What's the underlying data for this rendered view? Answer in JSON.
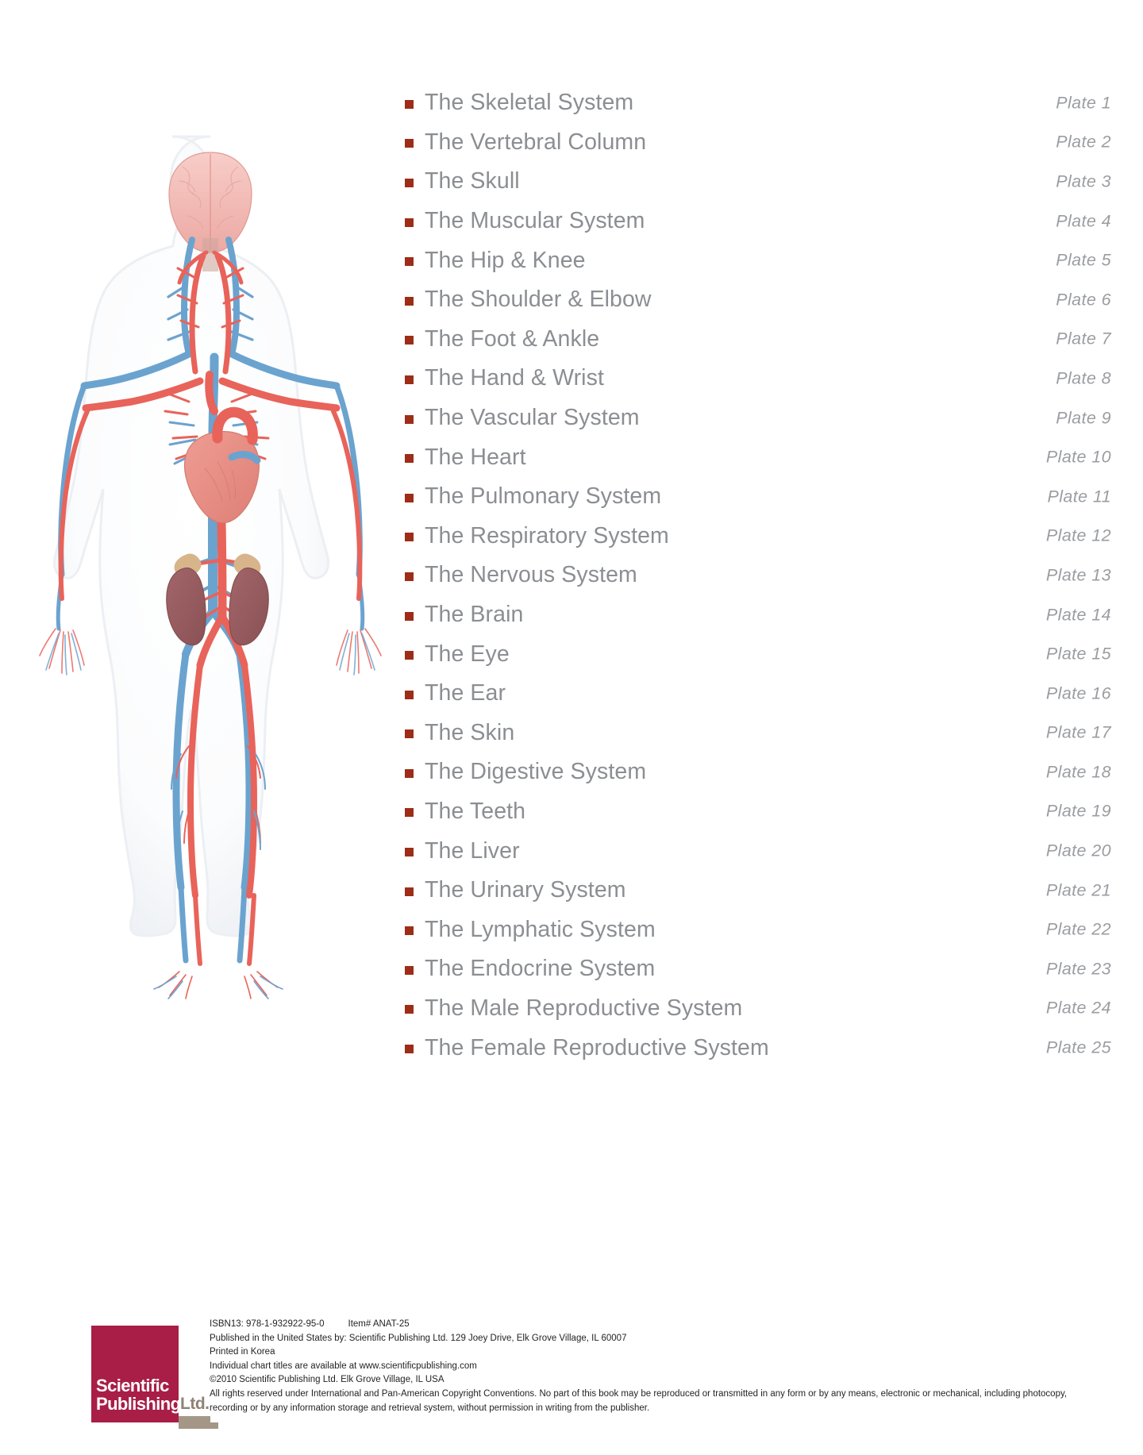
{
  "document": {
    "type": "anatomy-chart-contents-page"
  },
  "illustration": {
    "name": "human-vascular-system-figure",
    "description": "Anterior view of human body silhouette showing brain, heart, kidneys and the arterial (red) and venous (blue) vascular network",
    "colors": {
      "artery": "#e8635a",
      "vein": "#6ba3cf",
      "brain": "#f3b9b4",
      "heart": "#e8928a",
      "kidney": "#9b5d5e",
      "adrenal": "#d8b48a",
      "body_outline": "#f2f4f6"
    }
  },
  "contents": {
    "bullet_color": "#9d2d17",
    "title_color": "#8b8e92",
    "plate_color": "#9a9da1",
    "items": [
      {
        "title": "The Skeletal System",
        "plate": "Plate 1"
      },
      {
        "title": "The Vertebral Column",
        "plate": "Plate 2"
      },
      {
        "title": "The Skull",
        "plate": "Plate 3"
      },
      {
        "title": "The Muscular System",
        "plate": "Plate 4"
      },
      {
        "title": "The Hip & Knee",
        "plate": "Plate 5"
      },
      {
        "title": "The Shoulder & Elbow",
        "plate": "Plate 6"
      },
      {
        "title": "The Foot & Ankle",
        "plate": "Plate 7"
      },
      {
        "title": "The Hand & Wrist",
        "plate": "Plate 8"
      },
      {
        "title": "The Vascular System",
        "plate": "Plate 9"
      },
      {
        "title": "The Heart",
        "plate": "Plate 10"
      },
      {
        "title": "The Pulmonary System",
        "plate": "Plate 11"
      },
      {
        "title": "The Respiratory System",
        "plate": "Plate 12"
      },
      {
        "title": "The Nervous System",
        "plate": "Plate 13"
      },
      {
        "title": "The Brain",
        "plate": "Plate 14"
      },
      {
        "title": "The Eye",
        "plate": "Plate 15"
      },
      {
        "title": "The Ear",
        "plate": "Plate 16"
      },
      {
        "title": "The Skin",
        "plate": "Plate 17"
      },
      {
        "title": "The Digestive System",
        "plate": "Plate 18"
      },
      {
        "title": "The Teeth",
        "plate": "Plate 19"
      },
      {
        "title": "The Liver",
        "plate": "Plate 20"
      },
      {
        "title": "The Urinary System",
        "plate": "Plate 21"
      },
      {
        "title": "The Lymphatic System",
        "plate": "Plate 22"
      },
      {
        "title": "The Endocrine System",
        "plate": "Plate 23"
      },
      {
        "title": "The Male Reproductive System",
        "plate": "Plate 24"
      },
      {
        "title": "The Female Reproductive System",
        "plate": "Plate 25"
      }
    ]
  },
  "footer": {
    "logo": {
      "word1": "Scientific",
      "word2": "Publishing",
      "ltd": "Ltd.",
      "box_color": "#a81e46",
      "bar_color": "#a49787"
    },
    "isbn": "ISBN13: 978-1-932922-95-0",
    "item_number": "Item# ANAT-25",
    "published_by": "Published in the United States by: Scientific Publishing Ltd. 129 Joey Drive, Elk Grove Village, IL 60007",
    "printed_in": "Printed in Korea",
    "availability": "Individual chart titles are available at www.scientificpublishing.com",
    "copyright": "©2010 Scientific Publishing Ltd. Elk Grove Village, IL  USA",
    "rights_line1": "All rights reserved under International and Pan-American Copyright Conventions. No part of this book may be reproduced or transmitted in any form or by any means, electronic or mechanical, including photocopy,",
    "rights_line2": "recording or by any information storage and retrieval system, without permission in writing from the publisher."
  }
}
